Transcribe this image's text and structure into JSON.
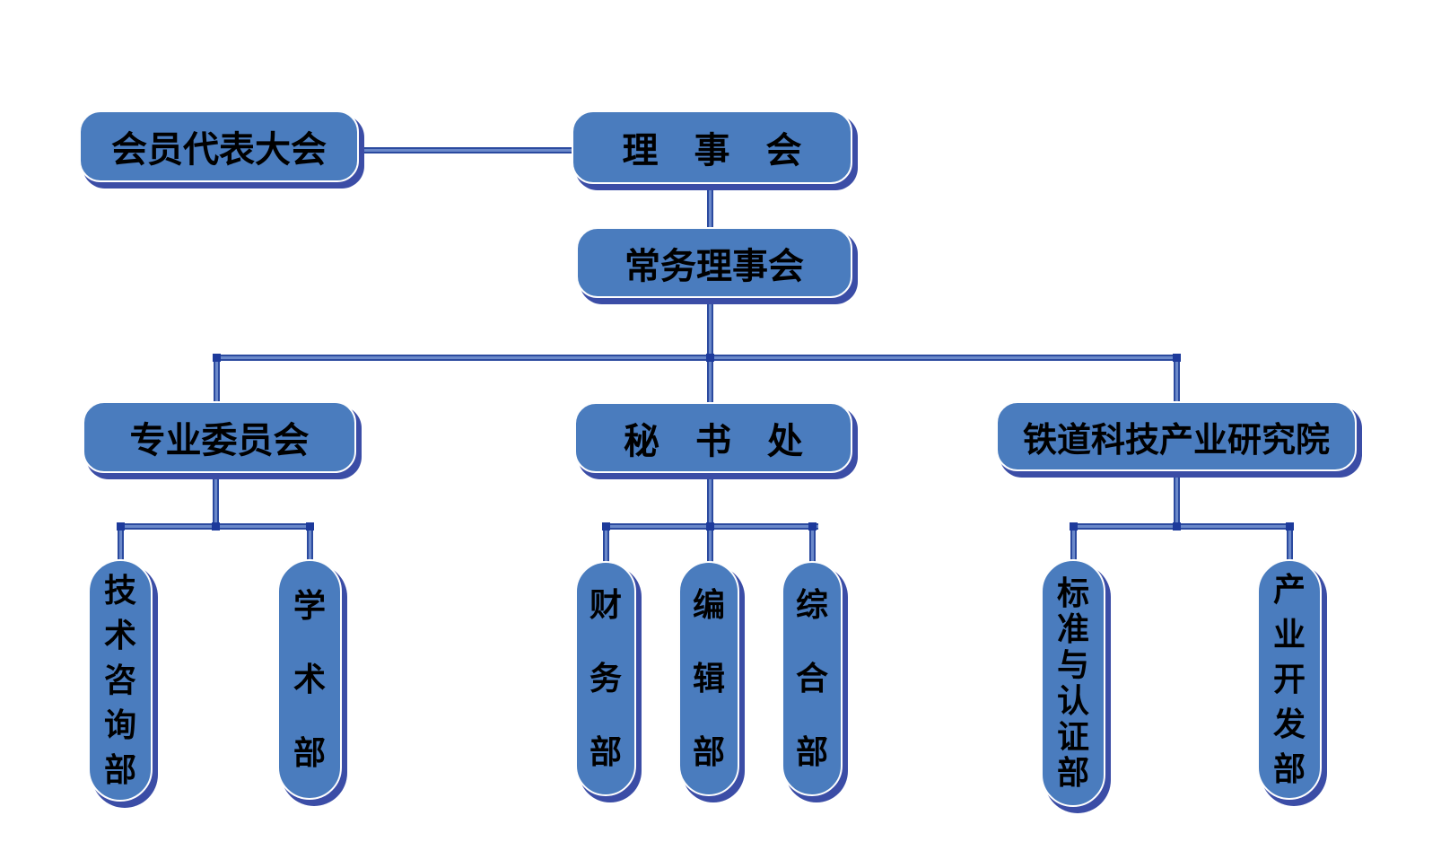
{
  "diagram": {
    "type": "org-chart",
    "background": "#FFFFFF",
    "palette": {
      "node_fill": "#4A7CBE",
      "node_border": "#FEFEFE",
      "node_shadow": "#3B4DA6",
      "connector_core": "#6B89CA",
      "connector_edge": "#2B4A9F",
      "junction_dot": "#1D3A9B",
      "text": "#000000"
    },
    "nodes": {
      "member_congress": {
        "label": "会员代表大会",
        "orientation": "horizontal"
      },
      "council": {
        "label": "理　事　会",
        "orientation": "horizontal"
      },
      "standing_council": {
        "label": "常务理事会",
        "orientation": "horizontal"
      },
      "professional_committee": {
        "label": "专业委员会",
        "orientation": "horizontal"
      },
      "secretariat": {
        "label": "秘　书　处",
        "orientation": "horizontal"
      },
      "research_institute": {
        "label": "铁道科技产业研究院",
        "orientation": "horizontal"
      },
      "tech_consulting": {
        "label": "技术咨询部",
        "orientation": "vertical"
      },
      "academic": {
        "label": "学术部",
        "orientation": "vertical"
      },
      "finance": {
        "label": "财务部",
        "orientation": "vertical"
      },
      "editorial": {
        "label": "编辑部",
        "orientation": "vertical"
      },
      "comprehensive": {
        "label": "综合部",
        "orientation": "vertical"
      },
      "standards_certification": {
        "label": "标准与认证部",
        "orientation": "vertical"
      },
      "industry_development": {
        "label": "产业开发部",
        "orientation": "vertical"
      }
    },
    "edges": [
      {
        "from": "member_congress",
        "to": "council",
        "type": "lateral"
      },
      {
        "from": "council",
        "to": "standing_council",
        "type": "reports"
      },
      {
        "from": "standing_council",
        "to": "professional_committee",
        "type": "reports"
      },
      {
        "from": "standing_council",
        "to": "secretariat",
        "type": "reports"
      },
      {
        "from": "standing_council",
        "to": "research_institute",
        "type": "reports"
      },
      {
        "from": "professional_committee",
        "to": "tech_consulting",
        "type": "reports"
      },
      {
        "from": "professional_committee",
        "to": "academic",
        "type": "reports"
      },
      {
        "from": "secretariat",
        "to": "finance",
        "type": "reports"
      },
      {
        "from": "secretariat",
        "to": "editorial",
        "type": "reports"
      },
      {
        "from": "secretariat",
        "to": "comprehensive",
        "type": "reports"
      },
      {
        "from": "research_institute",
        "to": "standards_certification",
        "type": "reports"
      },
      {
        "from": "research_institute",
        "to": "industry_development",
        "type": "reports"
      }
    ]
  }
}
